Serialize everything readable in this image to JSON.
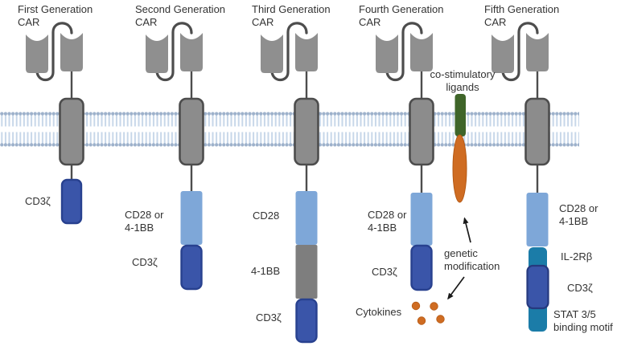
{
  "colors": {
    "scfv_gray": "#8f8f8f",
    "outline_gray": "#4d4d4d",
    "tm_gray": "#8c8c8c",
    "domain_gray": "#7e7e7e",
    "light_blue": "#7ea7d8",
    "navy_blue": "#3a55a9",
    "navy_border": "#28418f",
    "teal": "#1b7ca8",
    "green": "#3f6529",
    "orange": "#cf6c22",
    "orange_border": "#b55a15",
    "membrane_head": "#9db1cb",
    "membrane_tail": "#c7d7e9",
    "arrow_black": "#1a1a1a",
    "text": "#333333"
  },
  "cars": [
    {
      "title1": "First Generation",
      "title2": "CAR",
      "labels": {
        "cd3z": "CD3ζ"
      }
    },
    {
      "title1": "Second Generation",
      "title2": "CAR",
      "labels": {
        "costim1": "CD28 or",
        "costim2": "4-1BB",
        "cd3z": "CD3ζ"
      }
    },
    {
      "title1": "Third Generation",
      "title2": "CAR",
      "labels": {
        "cd28": "CD28",
        "bb": "4-1BB",
        "cd3z": "CD3ζ"
      }
    },
    {
      "title1": "Fourth Generation",
      "title2": "CAR",
      "labels": {
        "costim1": "CD28 or",
        "costim2": "4-1BB",
        "cd3z": "CD3ζ",
        "cytokines": "Cytokines"
      }
    },
    {
      "title1": "Fifth Generation",
      "title2": "CAR",
      "labels": {
        "costim1": "CD28 or",
        "costim2": "4-1BB",
        "il2rb": "IL-2Rβ",
        "cd3z": "CD3ζ",
        "stat1": "STAT 3/5",
        "stat2": "binding motif"
      }
    }
  ],
  "annotations": {
    "costim_ligands1": "co-stimulatory",
    "costim_ligands2": "ligands",
    "genetic1": "genetic",
    "genetic2": "modification"
  }
}
